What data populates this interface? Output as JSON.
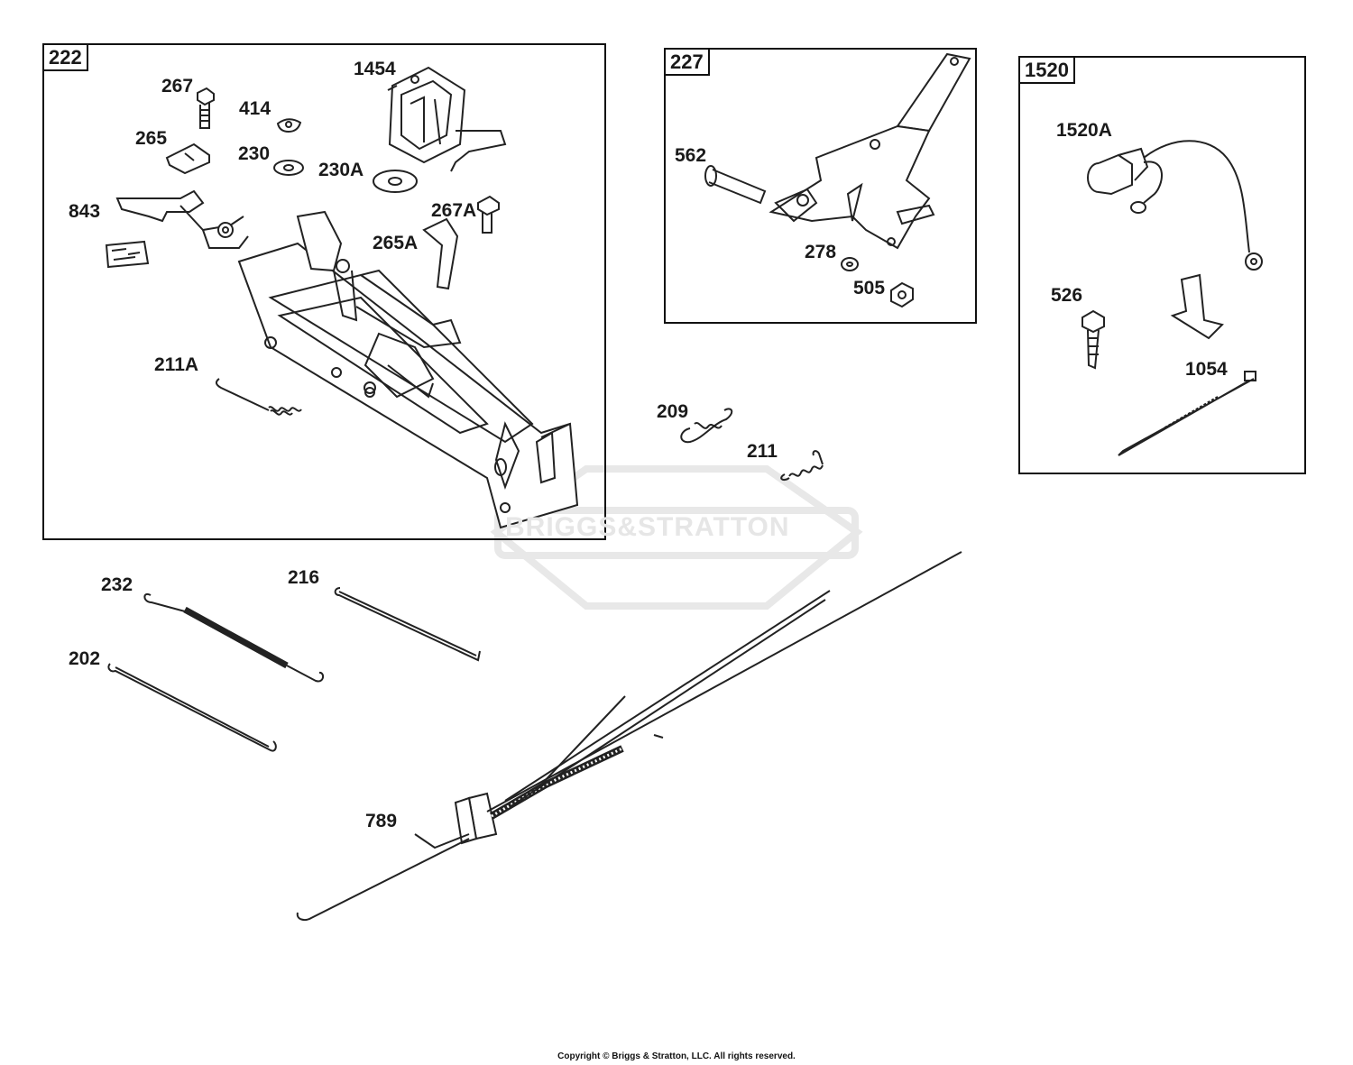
{
  "groups": [
    {
      "id": "222"
    },
    {
      "id": "227"
    },
    {
      "id": "1520"
    }
  ],
  "labels": {
    "p1454": "1454",
    "p267": "267",
    "p414": "414",
    "p265": "265",
    "p230": "230",
    "p230A": "230A",
    "p267A": "267A",
    "p843": "843",
    "p265A": "265A",
    "p211A": "211A",
    "p562": "562",
    "p278": "278",
    "p505": "505",
    "p1520A": "1520A",
    "p526": "526",
    "p1054": "1054",
    "p209": "209",
    "p211": "211",
    "p232": "232",
    "p216": "216",
    "p202": "202",
    "p789": "789"
  },
  "watermark": "BRIGGS&STRATTON",
  "copyright": "Copyright © Briggs & Stratton, LLC. All rights reserved."
}
